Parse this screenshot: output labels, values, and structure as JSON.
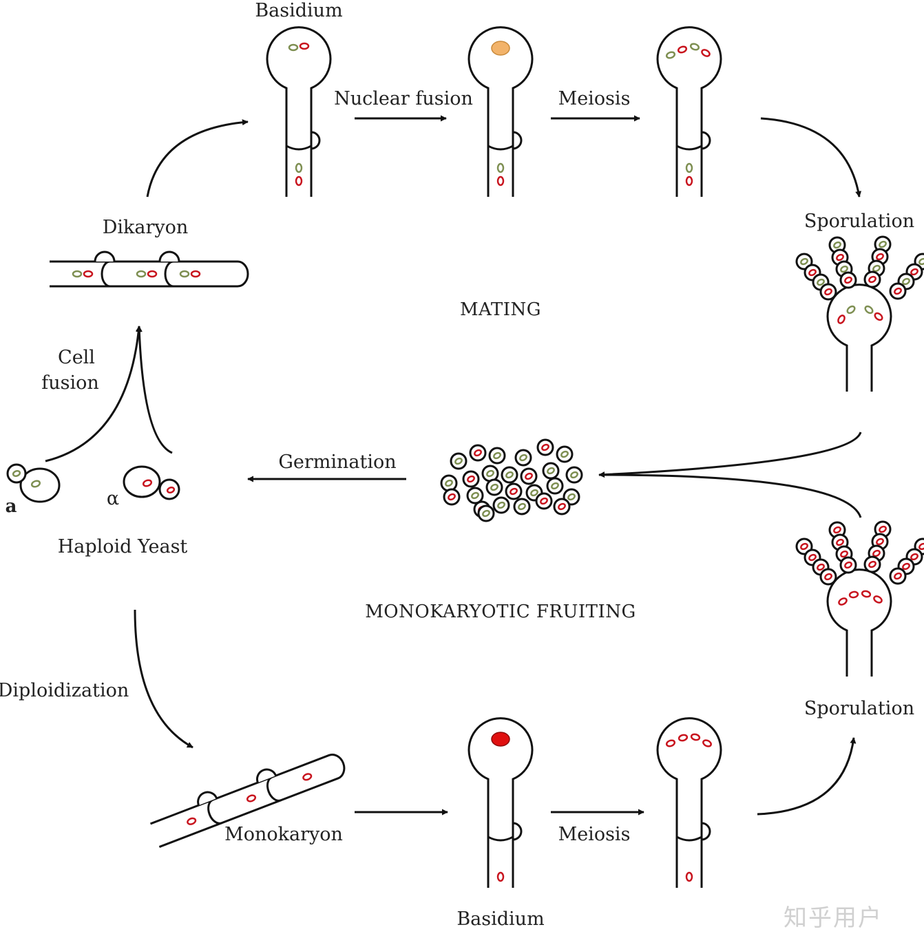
{
  "colors": {
    "line": "#111111",
    "nucleus_green": "#7e8f52",
    "nucleus_red": "#c8141e",
    "fused_nucleus": "#f2b36a",
    "diploid_nucleus": "#e01010"
  },
  "labels": {
    "basidium_top": "Basidium",
    "nuclear_fusion": "Nuclear fusion",
    "meiosis_top": "Meiosis",
    "sporulation_top": "Sporulation",
    "dikaryon": "Dikaryon",
    "mating": "MATING",
    "cell_fusion_1": "Cell",
    "cell_fusion_2": "fusion",
    "germination": "Germination",
    "mating_type_a": "a",
    "mating_type_alpha": "α",
    "haploid_yeast": "Haploid Yeast",
    "monokaryotic_fruiting": "MONOKARYOTIC FRUITING",
    "diploidization": "Diploidization",
    "sporulation_bottom": "Sporulation",
    "monokaryon": "Monokaryon",
    "meiosis_bottom": "Meiosis",
    "basidium_bottom": "Basidium"
  },
  "watermark": "知乎用户"
}
